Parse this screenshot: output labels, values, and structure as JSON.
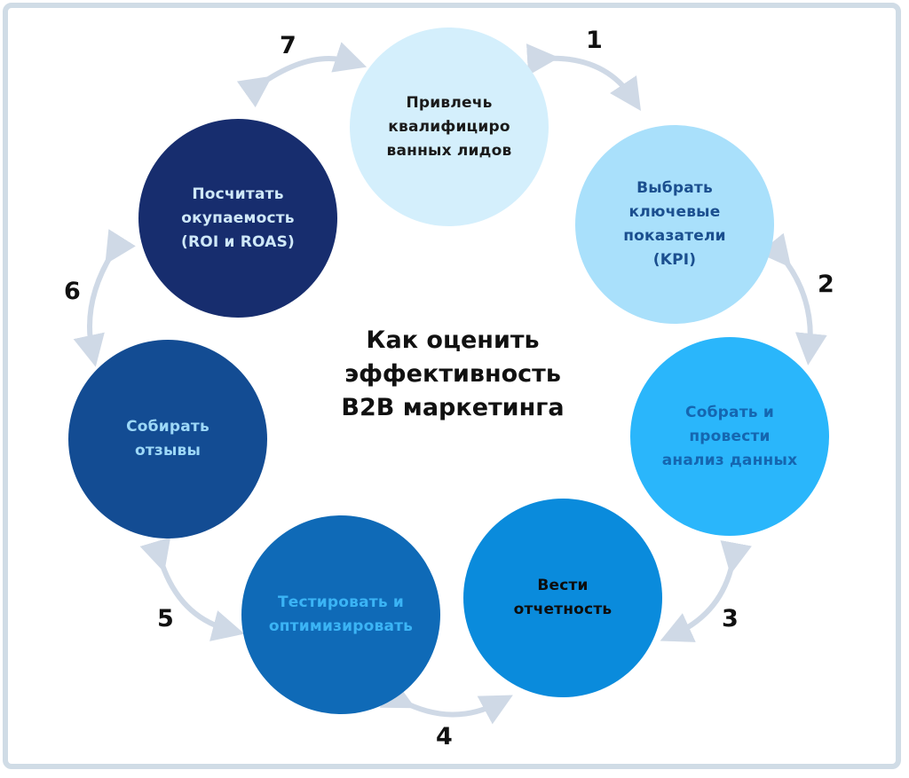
{
  "title": "Как оценить\nэффективность\nB2B маркетинга",
  "steps": [
    {
      "number": "1",
      "label": "Привлечь\nквалифициро\nванных лидов",
      "fill": "#d4effc",
      "text_color": "#1a1a1a"
    },
    {
      "number": "2",
      "label": "Выбрать\nключевые\nпоказатели\n(KPI)",
      "fill": "#a9e0fb",
      "text_color": "#1b4f8f"
    },
    {
      "number": "3",
      "label": "Собрать и\nпровести\nанализ данных",
      "fill": "#2ab6fb",
      "text_color": "#1566b0"
    },
    {
      "number": "4",
      "label": "Вести\nотчетность",
      "fill": "#0a8bdc",
      "text_color": "#0d0d0d"
    },
    {
      "number": "5",
      "label": "Тестировать и\nоптимизировать",
      "fill": "#0f6ab7",
      "text_color": "#3bb4f5"
    },
    {
      "number": "6",
      "label": "Собирать\nотзывы",
      "fill": "#134c93",
      "text_color": "#9dd8f7"
    },
    {
      "number": "7",
      "label": "Посчитать\nокупаемость\n(ROI и ROAS)",
      "fill": "#172d6e",
      "text_color": "#cfe8f8"
    }
  ],
  "arrow_color": "#cfd9e6",
  "frame_color": "#d0dce6"
}
